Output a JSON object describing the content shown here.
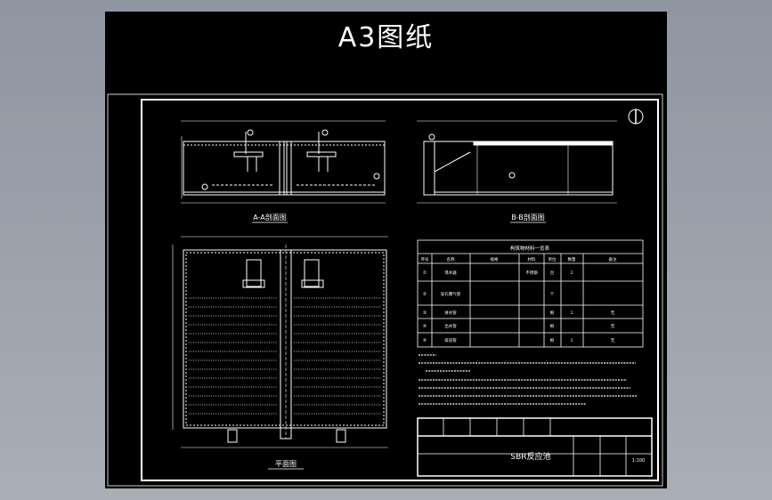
{
  "title": "A3图纸",
  "drawing": {
    "section_aa_label": "A-A剖面图",
    "section_bb_label": "B-B剖面图",
    "plan_label": "平面图",
    "title_block_name": "SBR反应池",
    "table_title": "构筑物材料一览表",
    "table_headers": [
      "序号",
      "名称",
      "规格",
      "材料",
      "单位",
      "数量",
      "备注"
    ],
    "table_rows": [
      [
        "①",
        "滗水器",
        "",
        "不锈钢",
        "台",
        "2",
        ""
      ],
      [
        "②",
        "穿孔曝气管",
        "",
        "",
        "个",
        "",
        ""
      ],
      [
        "③",
        "进水管",
        "",
        "",
        "根",
        "1",
        "无"
      ],
      [
        "④",
        "出水管",
        "",
        "",
        "根",
        "",
        "无"
      ],
      [
        "⑤",
        "排泥管",
        "",
        "",
        "根",
        "1",
        "无"
      ]
    ],
    "scale_label": "1:100",
    "colors": {
      "background": "#000000",
      "lines": "#ffffff",
      "frame": "#c8c8c8"
    }
  }
}
